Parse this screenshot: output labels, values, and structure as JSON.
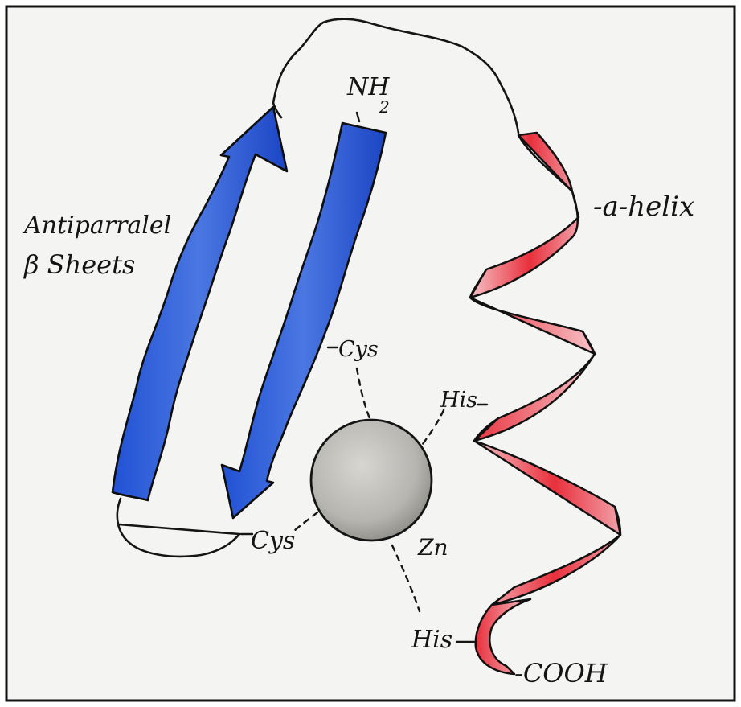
{
  "labels": {
    "amino_terminus": "NH",
    "amino_subscript": "2",
    "beta_line1": "Antiparralel",
    "beta_line2": "β Sheets",
    "alpha_helix": "-a-helix",
    "cys_upper": "Cys",
    "cys_lower": "Cys",
    "his_upper": "His",
    "his_lower": "His",
    "zinc": "Zn",
    "carboxyl_terminus": "-COOH"
  },
  "colors": {
    "paper": "#f4f4f2",
    "ink": "#141414",
    "beta_strand": "#1f4fd0",
    "beta_strand_light": "#5b84e6",
    "helix_dark": "#e0202e",
    "helix_light": "#f3a9b0",
    "zinc_ion": "#b9b8b3",
    "zinc_ion_shade": "#8f8e89"
  },
  "icons": {
    "zinc_ion": "grey-sphere-icon",
    "beta_strand": "wavy-arrow-icon",
    "alpha_helix": "helical-ribbon-icon"
  }
}
